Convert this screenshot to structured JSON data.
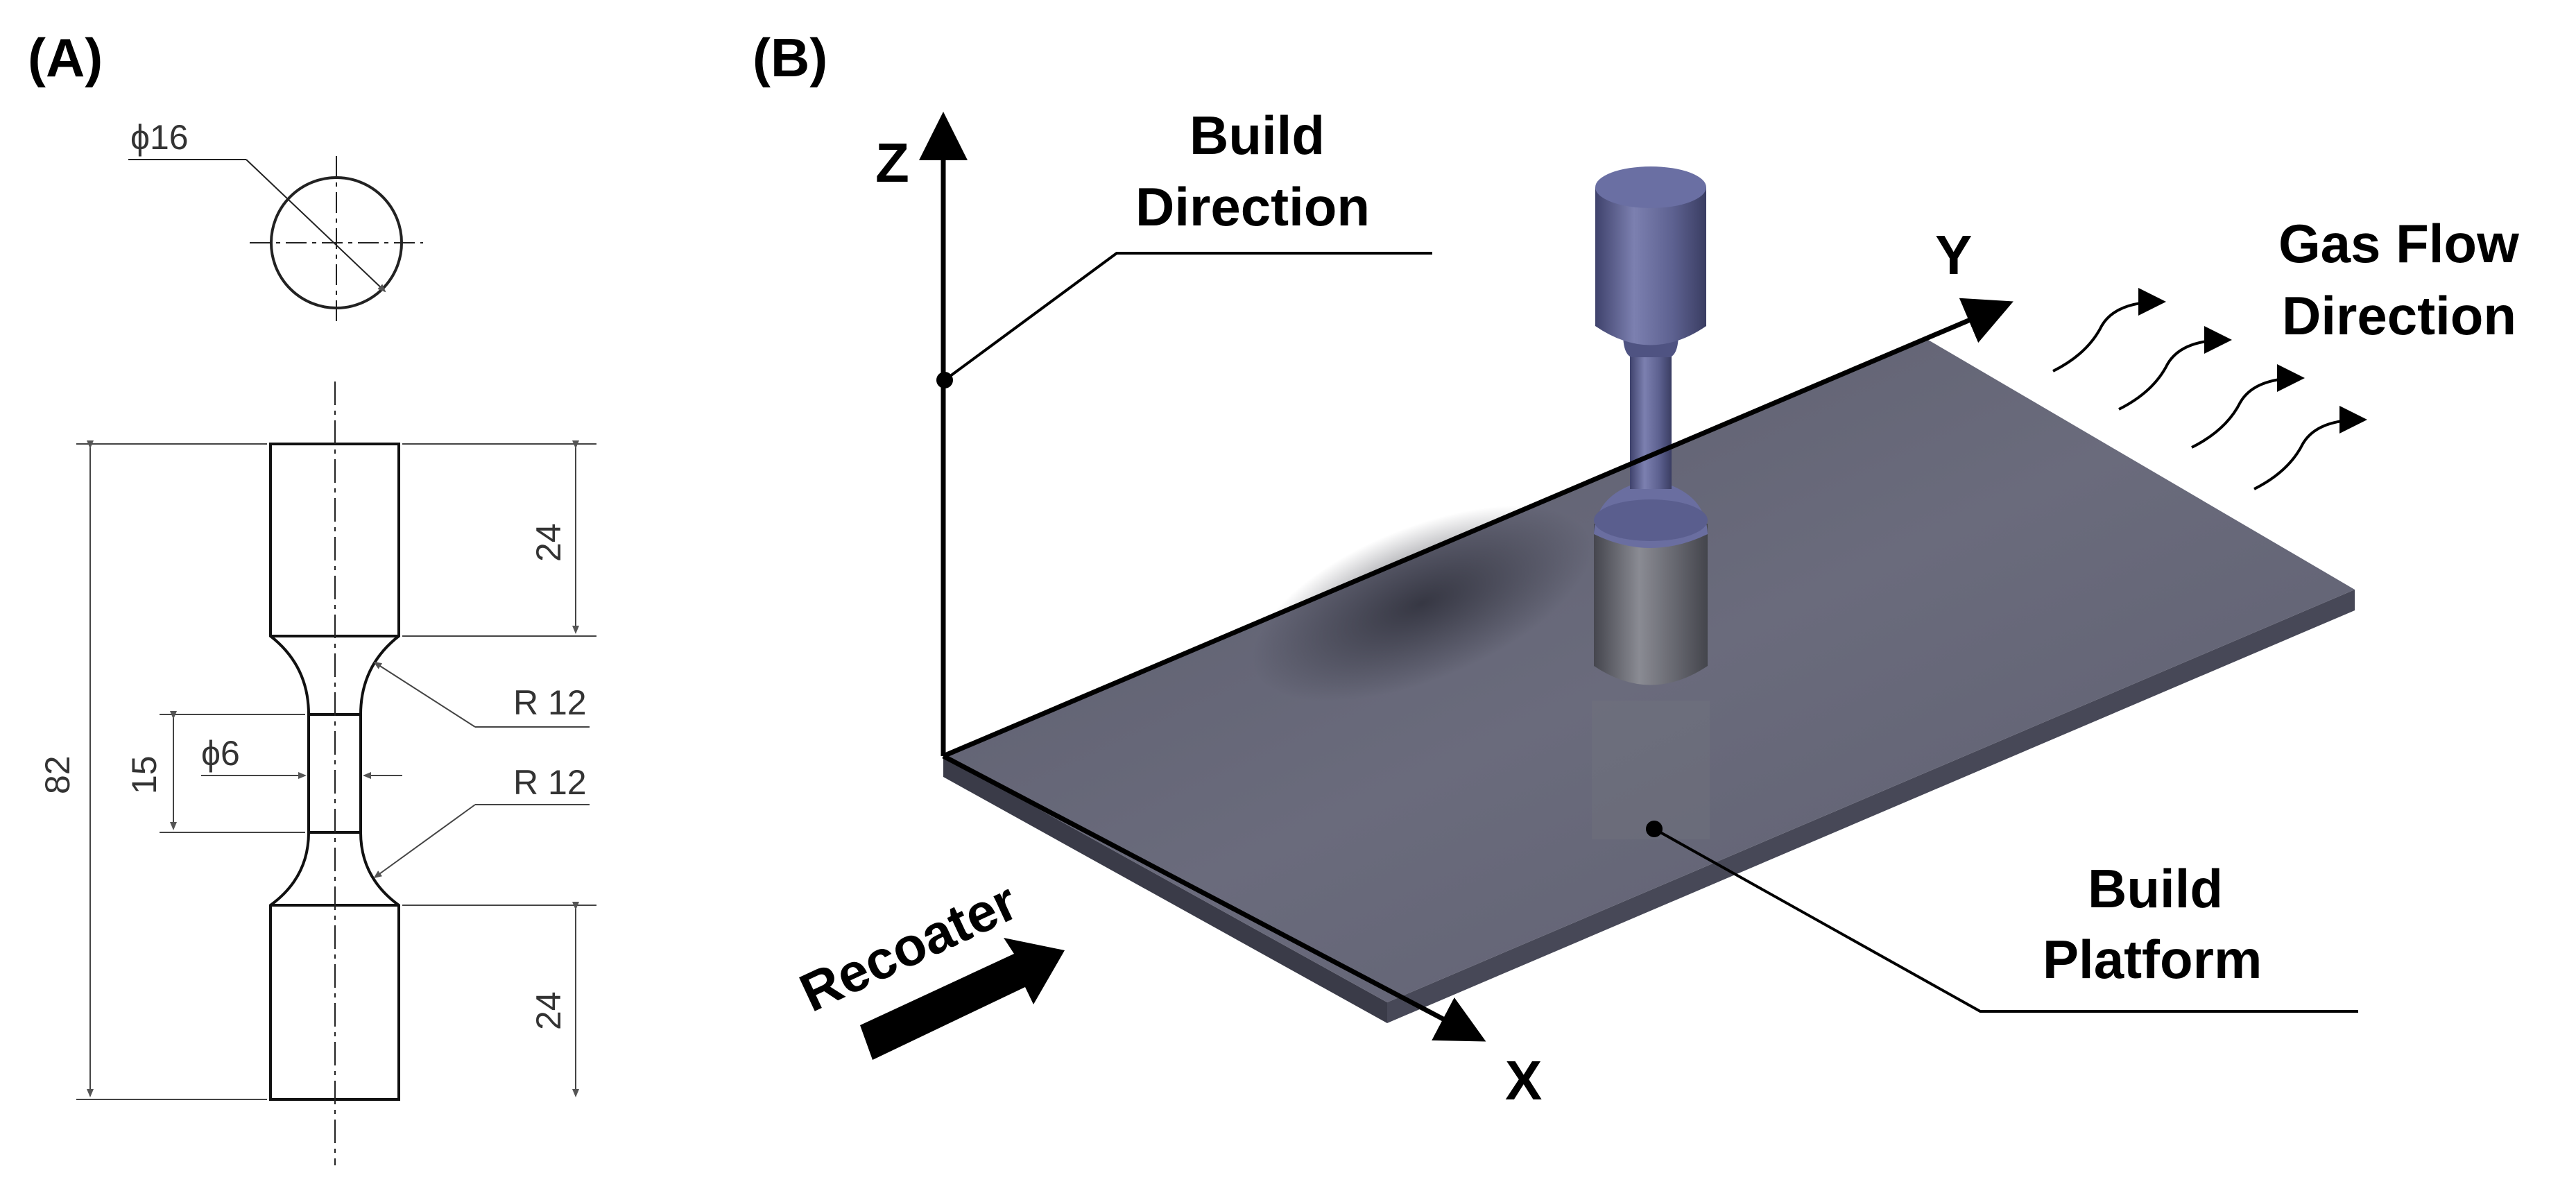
{
  "panel_a": {
    "label": "(A)",
    "dims": {
      "top_diameter": "ϕ16",
      "total_length": "82",
      "grip_top": "24",
      "grip_bottom": "24",
      "gauge_length": "15",
      "gauge_diameter": "ϕ6",
      "radius_upper": "R 12",
      "radius_lower": "R 12"
    }
  },
  "panel_b": {
    "label": "(B)",
    "axes": {
      "z": "Z",
      "y": "Y",
      "x": "X"
    },
    "build_direction": [
      "Build",
      "Direction"
    ],
    "gas_flow": [
      "Gas Flow",
      "Direction"
    ],
    "build_platform": [
      "Build",
      "Platform"
    ],
    "recoater": "Recoater"
  },
  "colors": {
    "platform_top": "#5e5f70",
    "platform_side": "#3c3d4a",
    "specimen_blue": "#5f6392",
    "specimen_grey": "#6a6b73",
    "line": "#000000"
  }
}
